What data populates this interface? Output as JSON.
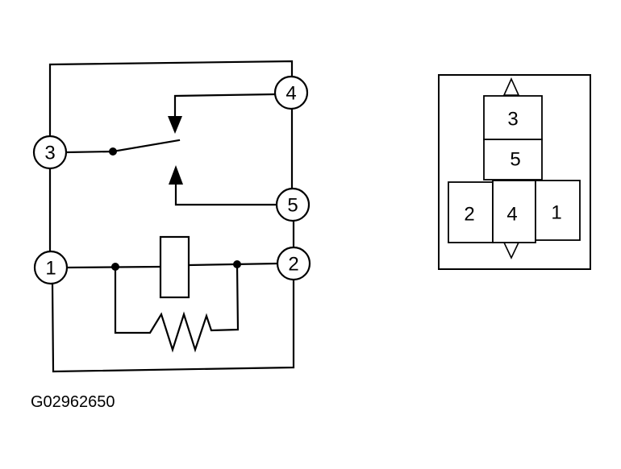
{
  "schematic": {
    "terminals": {
      "t1": "1",
      "t2": "2",
      "t3": "3",
      "t4": "4",
      "t5": "5"
    }
  },
  "connector": {
    "cavities": {
      "c3": "3",
      "c5": "5",
      "c2": "2",
      "c4": "4",
      "c1": "1"
    }
  },
  "figure_id": "G02962650",
  "colors": {
    "line": "#000000",
    "background": "#ffffff"
  }
}
